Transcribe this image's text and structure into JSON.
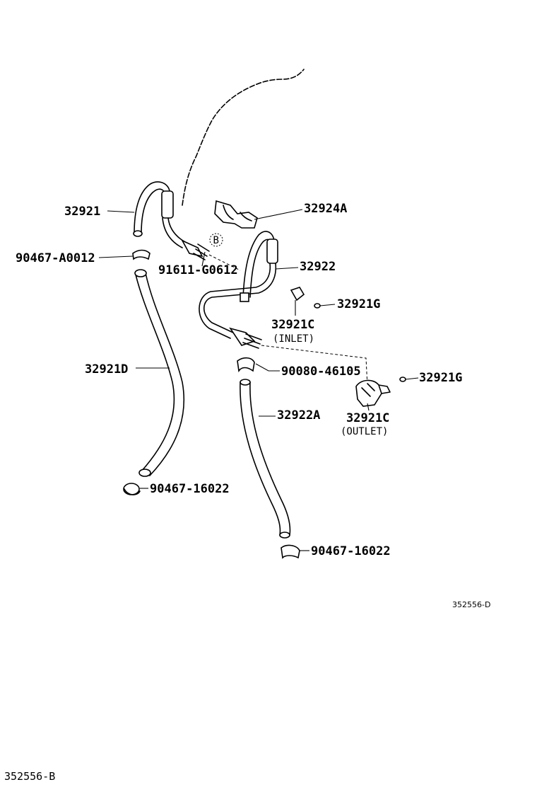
{
  "diagram": {
    "labels": {
      "p32921": "32921",
      "p32924a": "32924A",
      "p90467a0012": "90467-A0012",
      "p91611g0612": "91611-G0612",
      "p32922": "32922",
      "p32921g_1": "32921G",
      "p32921c_inlet": "32921C",
      "inlet_note": "(INLET)",
      "p32921d": "32921D",
      "p90080_46105": "90080-46105",
      "p32921g_2": "32921G",
      "p32922a": "32922A",
      "p32921c_outlet": "32921C",
      "outlet_note": "(OUTLET)",
      "p90467_16022_1": "90467-16022",
      "p90467_16022_2": "90467-16022",
      "ref_b": "B"
    },
    "figure_code": "352556-D",
    "page_code": "352556-B"
  }
}
